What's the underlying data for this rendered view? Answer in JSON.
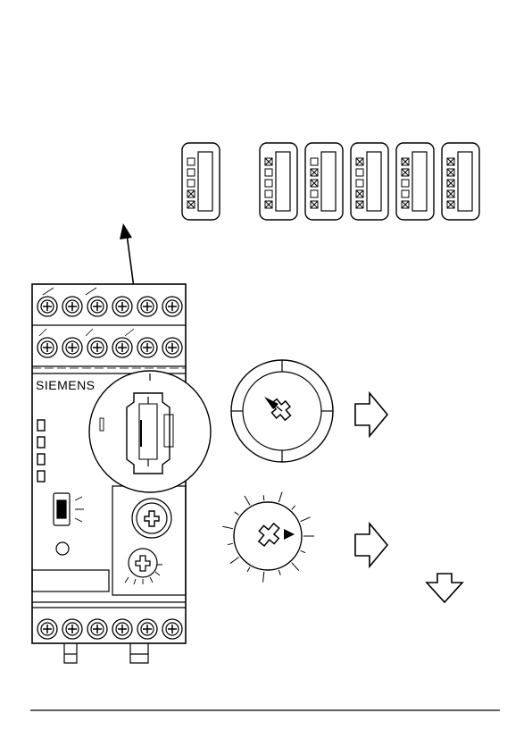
{
  "brand": {
    "logo_text": "SIEMENS"
  },
  "colors": {
    "line": "#000000",
    "background": "#ffffff"
  },
  "indicator_panels": [
    {
      "marks": [
        false,
        false,
        false,
        true,
        true
      ]
    },
    {
      "marks": [
        true,
        false,
        false,
        false,
        true
      ]
    },
    {
      "marks": [
        false,
        true,
        true,
        false,
        true
      ]
    },
    {
      "marks": [
        true,
        false,
        false,
        true,
        true
      ]
    },
    {
      "marks": [
        true,
        true,
        false,
        false,
        true
      ]
    },
    {
      "marks": [
        true,
        true,
        true,
        true,
        true
      ]
    }
  ],
  "terminal_rows": 3,
  "terminals_per_row": 6,
  "arrows": [
    "arrow-right-icon",
    "arrow-right-icon",
    "arrow-down-icon"
  ]
}
